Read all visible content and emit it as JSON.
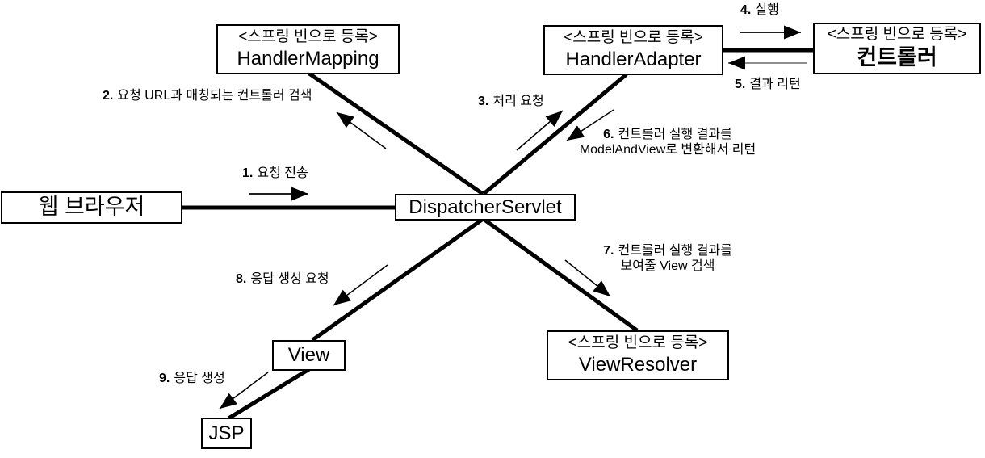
{
  "diagram": {
    "title_hint": "Spring MVC DispatcherServlet request flow diagram",
    "spring_bean_tag": "<스프링 빈으로 등록>",
    "boxes": [
      {
        "id": "handler-mapping",
        "tag": "<스프링 빈으로 등록>",
        "name": "HandlerMapping"
      },
      {
        "id": "handler-adapter",
        "tag": "<스프링 빈으로 등록>",
        "name": "HandlerAdapter"
      },
      {
        "id": "controller",
        "tag": "<스프링 빈으로 등록>",
        "name": "컨트롤러"
      },
      {
        "id": "web-browser",
        "name": "웹 브라우저"
      },
      {
        "id": "dispatcher-servlet",
        "name": "DispatcherServlet"
      },
      {
        "id": "view",
        "name": "View"
      },
      {
        "id": "view-resolver",
        "tag": "<스프링 빈으로 등록>",
        "name": "ViewResolver"
      },
      {
        "id": "jsp",
        "name": "JSP"
      }
    ],
    "labels": [
      {
        "num": "1.",
        "text": "요청 전송"
      },
      {
        "num": "2.",
        "text": "요청 URL과 매칭되는 컨트롤러 검색"
      },
      {
        "num": "3.",
        "text": "처리 요청"
      },
      {
        "num": "4.",
        "text": "실행"
      },
      {
        "num": "5.",
        "text": "결과 리턴"
      },
      {
        "num": "6.",
        "text": "컨트롤러 실행 결과를",
        "line2": "ModelAndView로 변환해서 리턴"
      },
      {
        "num": "7.",
        "text": "컨트롤러 실행 결과를",
        "line2": "보여줄 View 검색"
      },
      {
        "num": "8.",
        "text": "응답 생성 요청"
      },
      {
        "num": "9.",
        "text": "응답 생성"
      }
    ],
    "colors": {
      "line": "#000000",
      "gray_line": "#7f7f7f",
      "box_bg": "#ffffff",
      "text": "#000000"
    }
  }
}
